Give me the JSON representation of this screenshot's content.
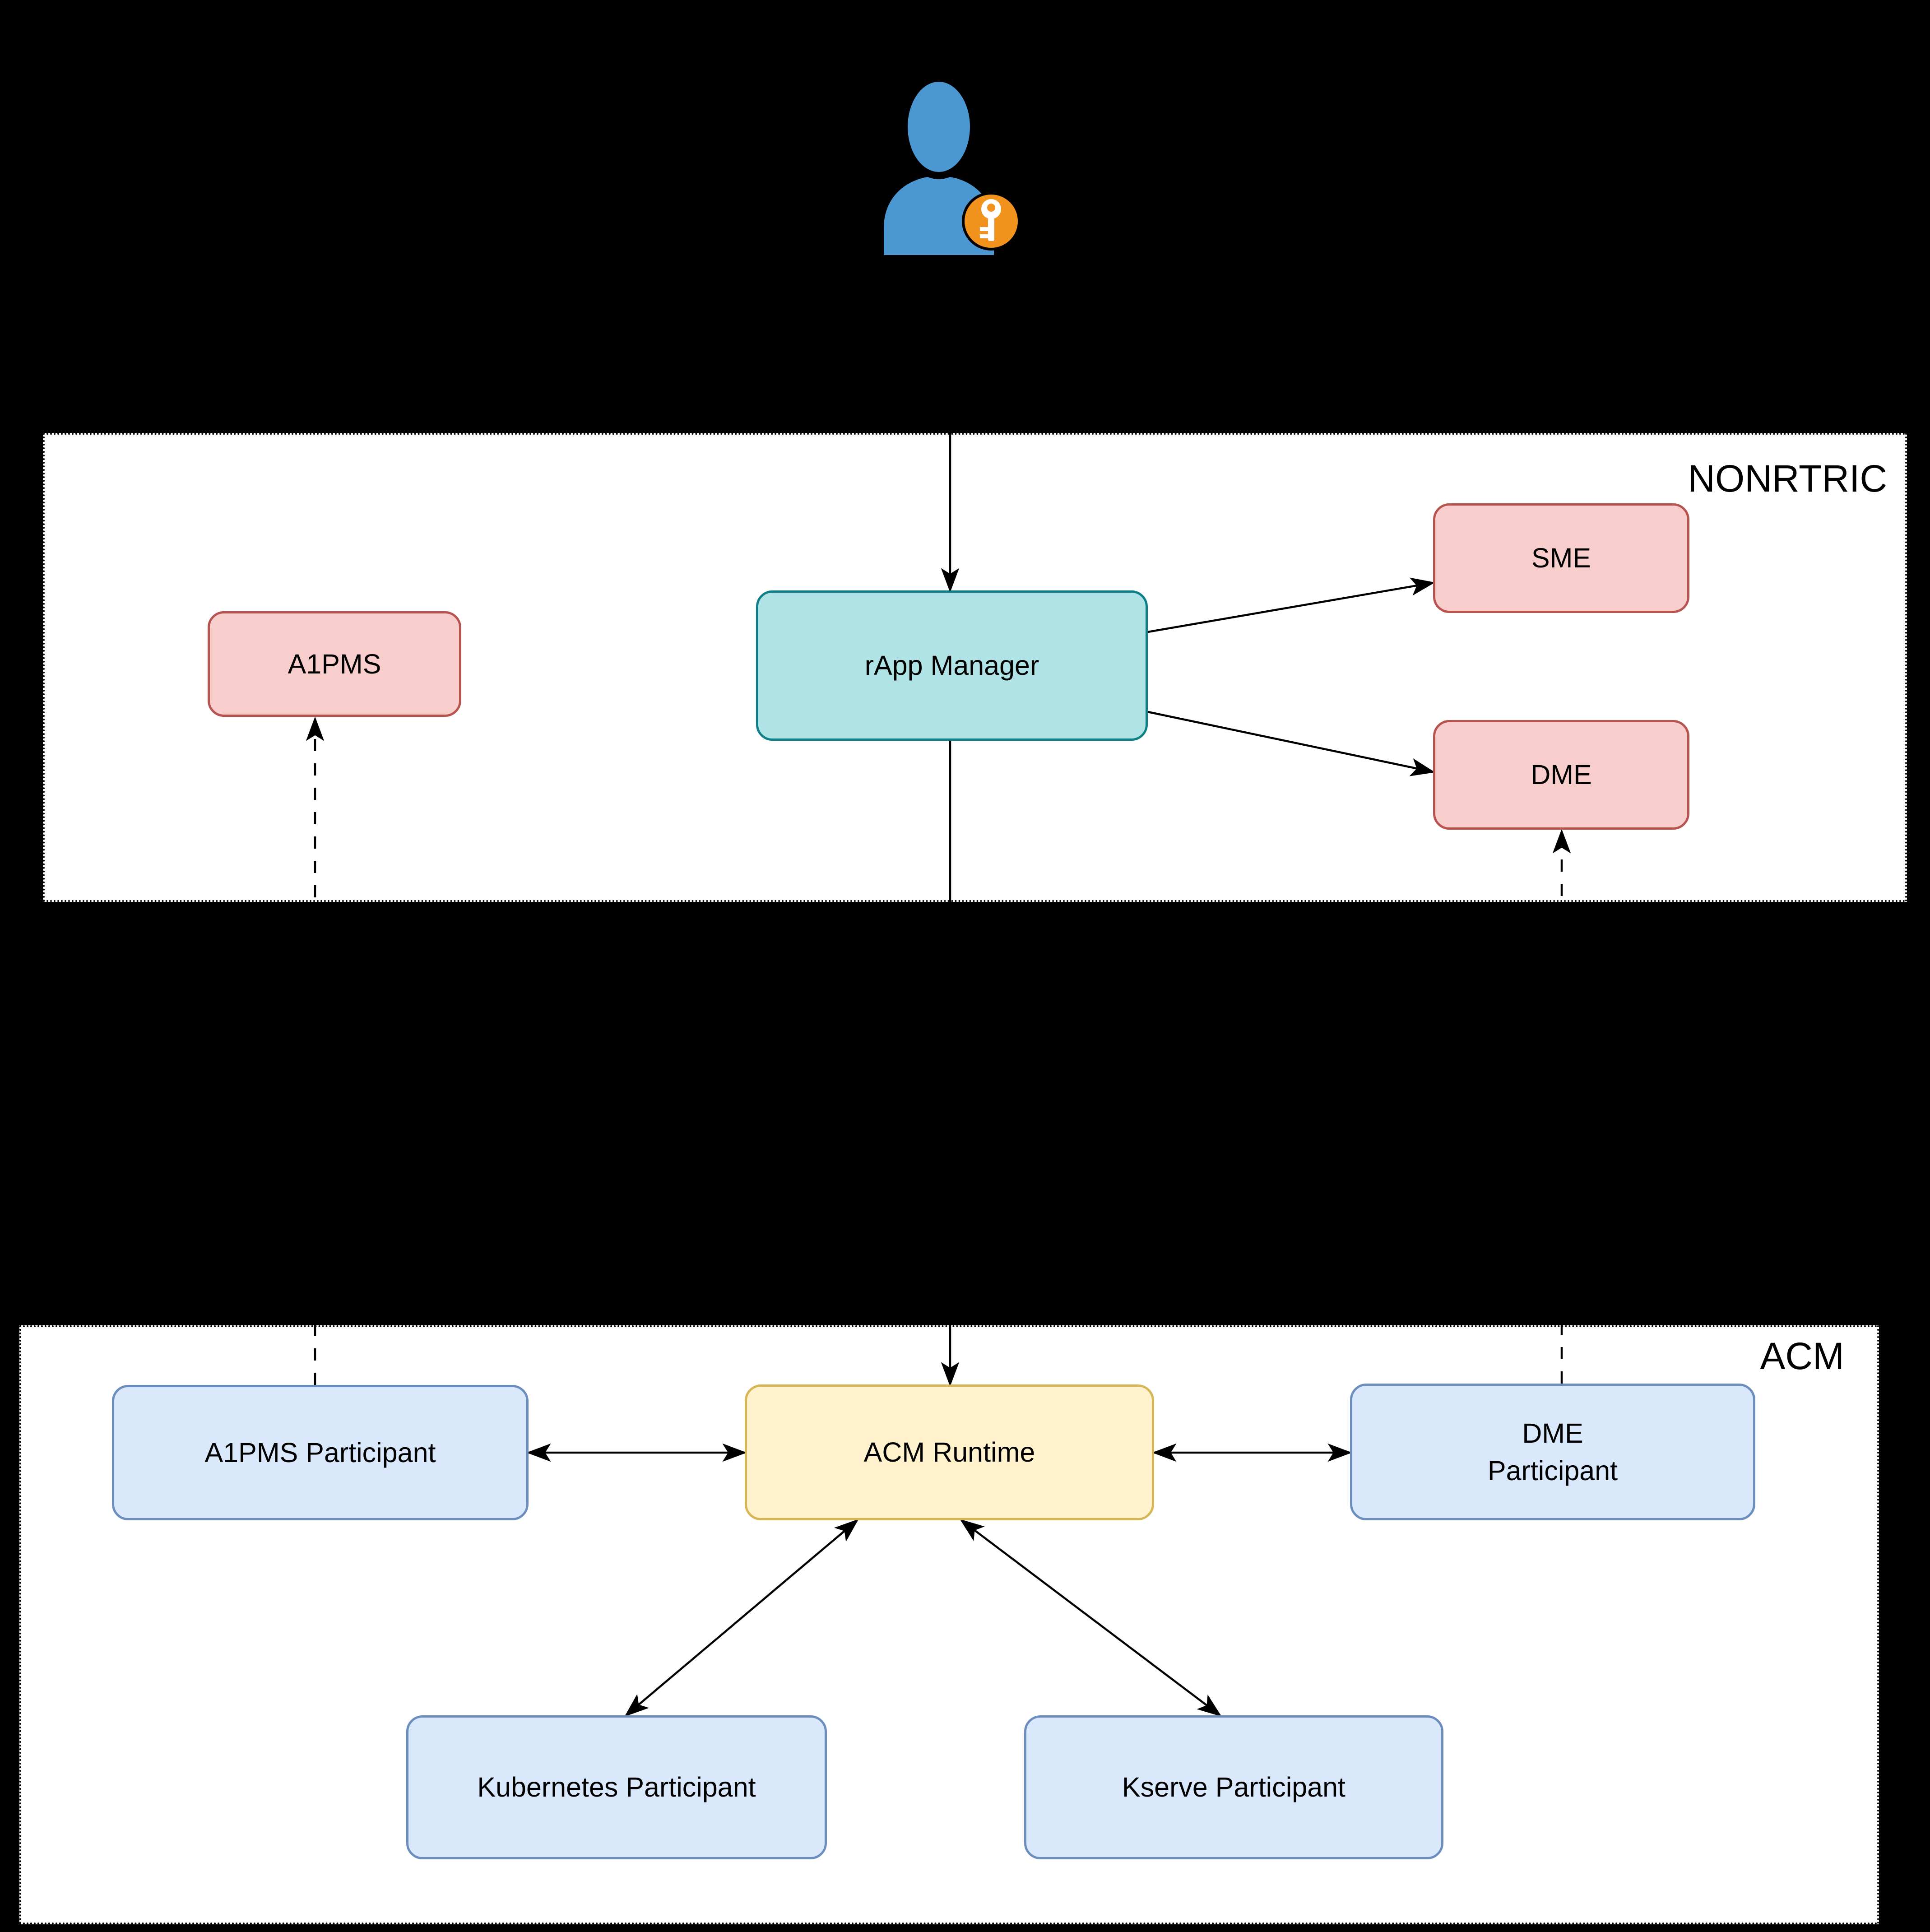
{
  "diagram": {
    "background_color": "#000000",
    "containers": {
      "nonrtric": {
        "label": "NONRTRIC"
      },
      "acm": {
        "label": "ACM"
      }
    },
    "nodes": {
      "a1pms": {
        "label": "A1PMS",
        "fill": "#f8cecc",
        "stroke": "#b85450"
      },
      "rapp_manager": {
        "label": "rApp Manager",
        "fill": "#b0e3e6",
        "stroke": "#0e8088"
      },
      "sme": {
        "label": "SME",
        "fill": "#f8cecc",
        "stroke": "#b85450"
      },
      "dme": {
        "label": "DME",
        "fill": "#f8cecc",
        "stroke": "#b85450"
      },
      "a1pms_participant": {
        "label": "A1PMS Participant",
        "fill": "#dae8fc",
        "stroke": "#6c8ebf"
      },
      "acm_runtime": {
        "label": "ACM Runtime",
        "fill": "#fff2cc",
        "stroke": "#d6b656"
      },
      "dme_participant": {
        "label": "DME\nParticipant",
        "fill": "#dae8fc",
        "stroke": "#6c8ebf"
      },
      "kubernetes_participant": {
        "label": "Kubernetes Participant",
        "fill": "#dae8fc",
        "stroke": "#6c8ebf"
      },
      "kserve_participant": {
        "label": "Kserve Participant",
        "fill": "#dae8fc",
        "stroke": "#6c8ebf"
      }
    },
    "icons": {
      "user": {
        "name": "user-icon",
        "color": "#4b97d2"
      },
      "key_badge": {
        "name": "key-icon",
        "badge_color": "#f2931e",
        "glyph_color": "#ffffff"
      }
    },
    "edges": {
      "line_color": "#000000",
      "list": [
        {
          "name": "user-to-rapp-manager",
          "style": "solid",
          "arrows": "end"
        },
        {
          "name": "rapp-manager-to-sme",
          "style": "solid",
          "arrows": "end"
        },
        {
          "name": "rapp-manager-to-dme",
          "style": "solid",
          "arrows": "end"
        },
        {
          "name": "rapp-manager-to-acm-runtime",
          "style": "solid",
          "arrows": "end"
        },
        {
          "name": "a1pms-participant-to-a1pms",
          "style": "dashed",
          "arrows": "end"
        },
        {
          "name": "dme-participant-to-dme",
          "style": "dashed",
          "arrows": "end"
        },
        {
          "name": "acm-runtime-to-a1pms-participant",
          "style": "solid",
          "arrows": "both"
        },
        {
          "name": "acm-runtime-to-dme-participant",
          "style": "solid",
          "arrows": "both"
        },
        {
          "name": "acm-runtime-to-kubernetes-participant",
          "style": "solid",
          "arrows": "both"
        },
        {
          "name": "acm-runtime-to-kserve-participant",
          "style": "solid",
          "arrows": "both"
        }
      ]
    }
  }
}
